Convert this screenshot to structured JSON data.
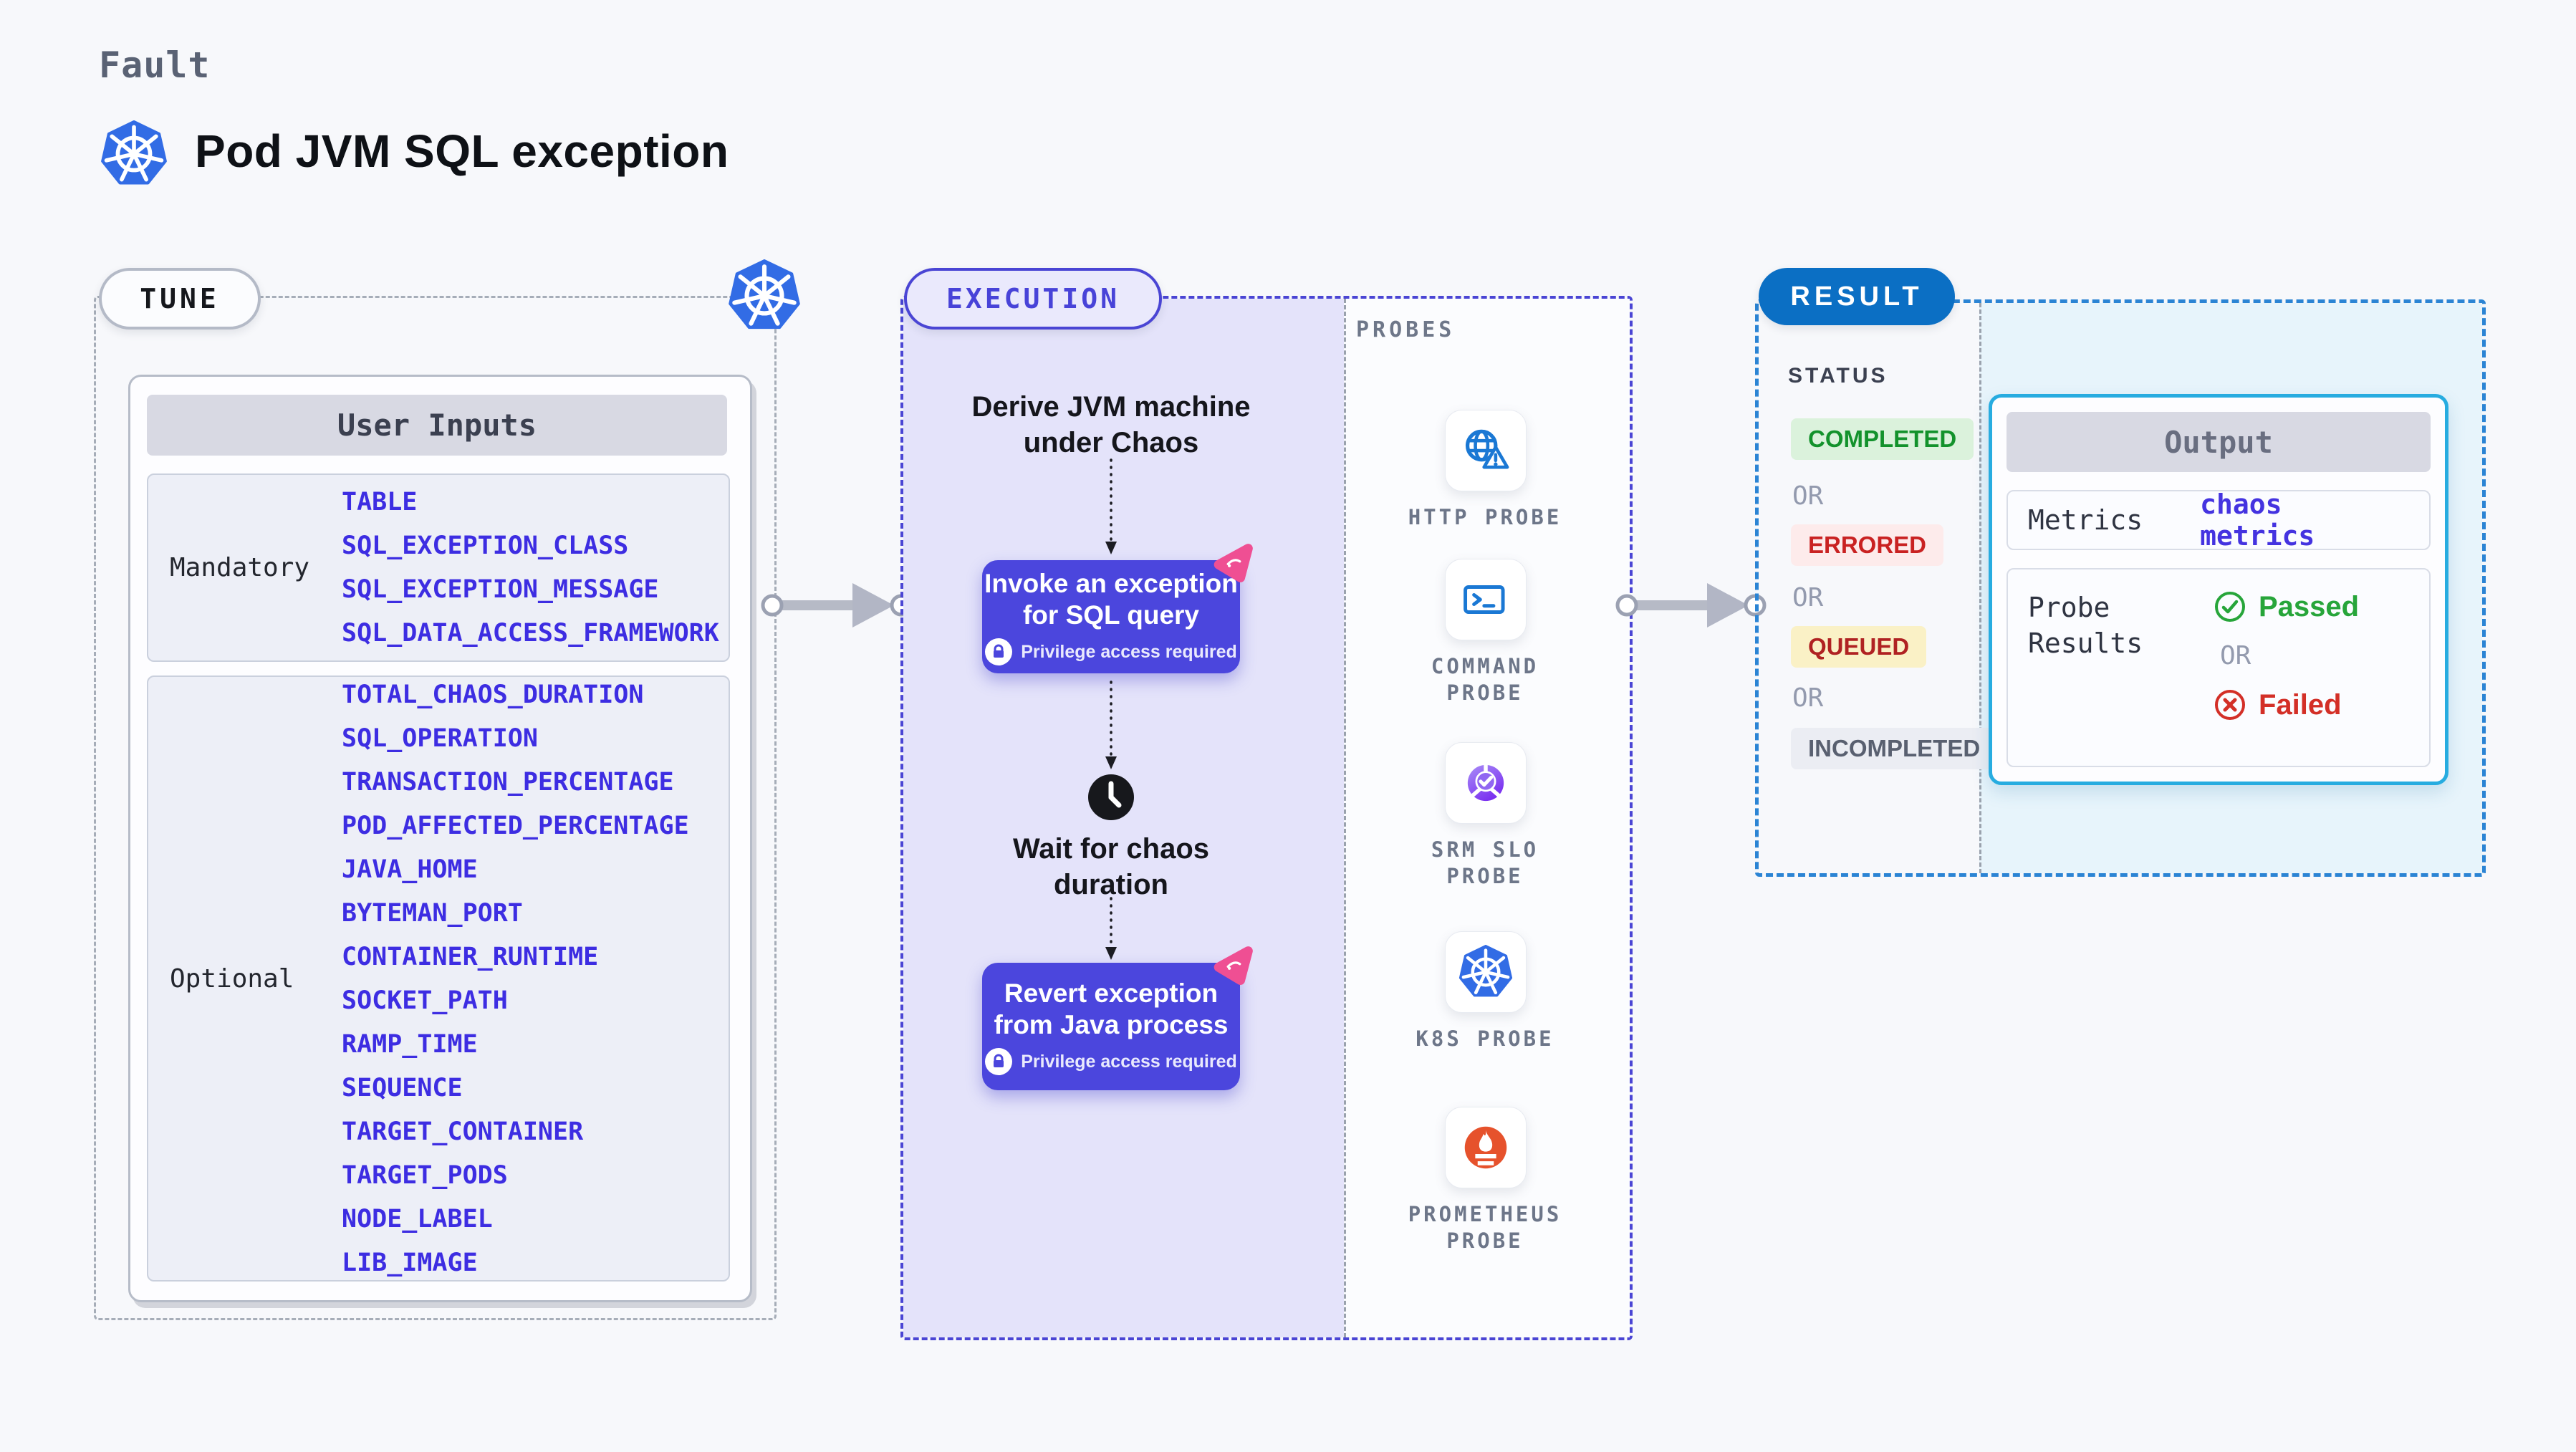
{
  "page": {
    "kicker": "Fault",
    "title": "Pod JVM SQL exception"
  },
  "tune": {
    "label": "TUNE",
    "table_header": "User Inputs",
    "groups": [
      {
        "label": "Mandatory",
        "items": [
          "TABLE",
          "SQL_EXCEPTION_CLASS",
          "SQL_EXCEPTION_MESSAGE",
          "SQL_DATA_ACCESS_FRAMEWORK"
        ]
      },
      {
        "label": "Optional",
        "items": [
          "TOTAL_CHAOS_DURATION",
          "SQL_OPERATION",
          "TRANSACTION_PERCENTAGE",
          "POD_AFFECTED_PERCENTAGE",
          "JAVA_HOME",
          "BYTEMAN_PORT",
          "CONTAINER_RUNTIME",
          "SOCKET_PATH",
          "RAMP_TIME",
          "SEQUENCE",
          "TARGET_CONTAINER",
          "TARGET_PODS",
          "NODE_LABEL",
          "LIB_IMAGE"
        ]
      }
    ]
  },
  "execution": {
    "label": "EXECUTION",
    "derive_step": "Derive JVM machine\nunder Chaos",
    "invoke_step": "Invoke an exception\nfor SQL query",
    "wait_step": "Wait for chaos\nduration",
    "revert_step": "Revert exception\nfrom Java process",
    "privilege_note": "Privilege access required"
  },
  "probes": {
    "label": "PROBES",
    "items": [
      {
        "name": "HTTP PROBE",
        "icon": "globe-alert-icon"
      },
      {
        "name": "COMMAND PROBE",
        "icon": "terminal-icon"
      },
      {
        "name": "SRM SLO PROBE",
        "icon": "slo-donut-check-icon"
      },
      {
        "name": "K8S PROBE",
        "icon": "kubernetes-icon"
      },
      {
        "name": "PROMETHEUS PROBE",
        "icon": "prometheus-flame-icon"
      }
    ]
  },
  "result": {
    "label": "RESULT",
    "status_title": "STATUS",
    "or_label": "OR",
    "statuses": [
      {
        "text": "COMPLETED",
        "bg": "#dbf2dc",
        "color": "#13922c"
      },
      {
        "text": "ERRORED",
        "bg": "#fdebeb",
        "color": "#c92222"
      },
      {
        "text": "QUEUED",
        "bg": "#faf1c6",
        "color": "#b02222"
      },
      {
        "text": "INCOMPLETED",
        "bg": "#ebedf3",
        "color": "#596070"
      }
    ],
    "output": {
      "header": "Output",
      "metrics_label": "Metrics",
      "metrics_value": "chaos metrics",
      "probe_results_label": "Probe Results",
      "passed_label": "Passed",
      "failed_label": "Failed"
    }
  },
  "colors": {
    "page_bg": "#f7f8fb",
    "indigo_accent": "#4a45d4",
    "step_box": "#4b46dd",
    "exec_fill": "#e4e3fa",
    "result_blue": "#0b6fc4",
    "result_border": "#2b84d4",
    "output_border": "#27ace0",
    "output_fill": "#e7f4fb",
    "param_blue": "#3d2de2",
    "kubernetes_blue": "#326ce5",
    "probe_icon_blue": "#1a78d4",
    "prometheus_orange": "#e6522c",
    "chaos_pink": "#ef4f93",
    "passed_green": "#27a53a",
    "failed_red": "#d32f27"
  }
}
